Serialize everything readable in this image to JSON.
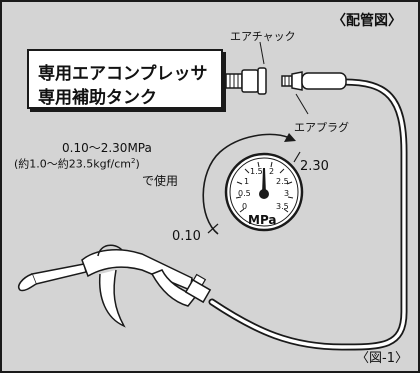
{
  "figure_label": "〈配管図〉",
  "figure_number": "〈図-1〉",
  "compressor_box": {
    "line1": "専用エアコンプレッサ",
    "line2": "専用補助タンク"
  },
  "air_chuck_label": "エアチャック",
  "air_plug_label": "エアプラグ",
  "pressure_range": {
    "line1": "0.10〜2.30MPa",
    "line2_prefix": "(約1.0〜約23.5kgf/cm",
    "line2_superscript": "2",
    "line2_suffix": ")",
    "line3": "で使用"
  },
  "gauge": {
    "unit": "MPa",
    "ticks": [
      "0",
      "0.5",
      "1",
      "1.5",
      "2",
      "2.5",
      "3",
      "3.5"
    ],
    "min_label": "0.10",
    "max_label": "2.30"
  },
  "colors": {
    "background": "#d4d4d4",
    "line": "#1a1a1a",
    "box": "#ffffff"
  }
}
